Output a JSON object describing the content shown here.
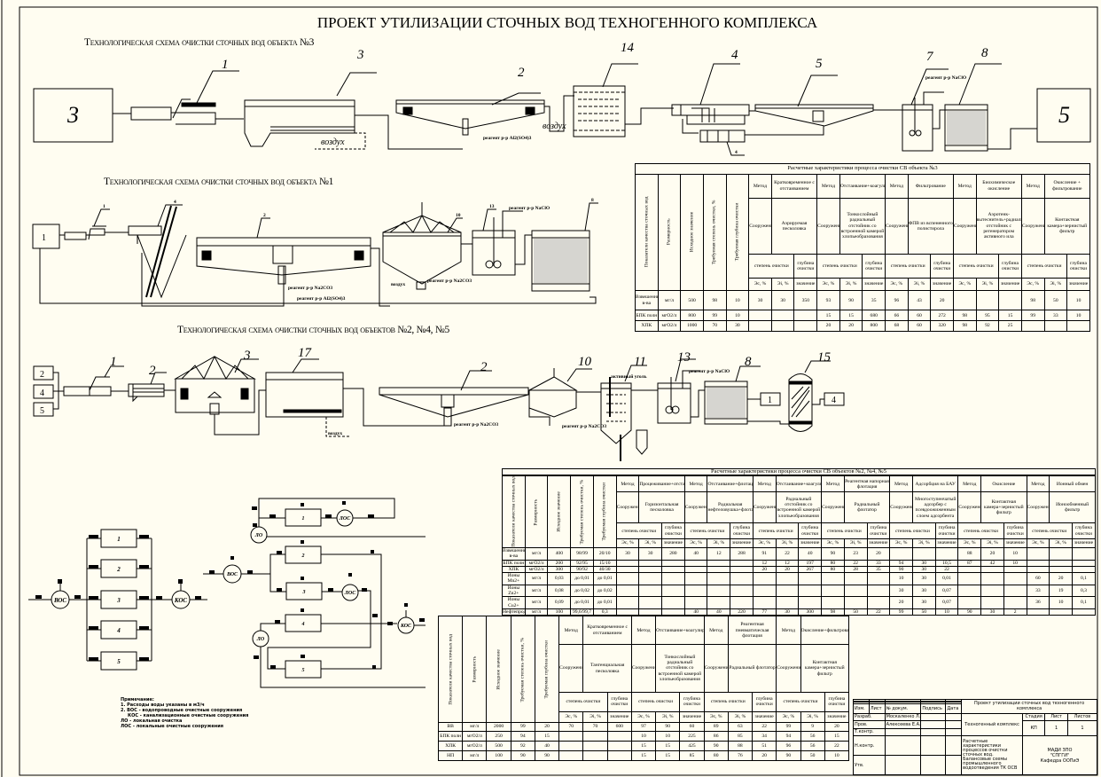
{
  "title": "ПРОЕКТ УТИЛИЗАЦИИ СТОЧНЫХ ВОД ТЕХНОГЕННОГО КОМПЛЕКСА",
  "schemes": {
    "obj3": {
      "title": "Технологическая схема очистки сточных вод объекта №3",
      "source": "3",
      "dest": "5",
      "labels": [
        "1",
        "3",
        "2",
        "14",
        "4",
        "5",
        "7",
        "8",
        "4"
      ],
      "air": "воздух",
      "air2": "воздух",
      "reagent1": "реагент р-р Al2(SO4)3",
      "reagent2": "реагент р-р NaClO"
    },
    "obj1": {
      "title": "Технологическая схема очистки сточных вод объекта №1",
      "source": "1",
      "labels": [
        "1",
        "4",
        "2",
        "10",
        "13",
        "8"
      ],
      "reagent1": "реагент р-р Na2CO3",
      "reagent2": "реагент р-р Al2(SO4)3",
      "reagent3": "реагент р-р NaClO",
      "reagent4": "реагент р-р Na2CO3",
      "air": "воздух"
    },
    "obj245": {
      "title": "Технологическая схема очистки сточных вод объектов №2, №4, №5",
      "sources": [
        "2",
        "4",
        "5"
      ],
      "dests": [
        "1",
        "4"
      ],
      "labels": [
        "1",
        "2",
        "3",
        "17",
        "2",
        "10",
        "11",
        "13",
        "8",
        "15"
      ],
      "air": "воздух",
      "reagent1": "реагент р-р Na2CO3",
      "reagent2": "реагент р-р Na2CO3",
      "reagent3": "реагент р-р NaClO",
      "reagent4": "активный уголь"
    }
  },
  "tables": {
    "obj3": {
      "title": "Расчетные характеристики процесса очистки СВ объекта №3",
      "fixed_headers": [
        "Показатели качества сточных вод",
        "Размерность",
        "Исходное значение",
        "Требуемая степень очистки, %",
        "Требуемая глубина очистки"
      ],
      "groups": [
        {
          "method_label": "Метод",
          "method": "Кратковременное с отстаиванием",
          "facility_label": "Сооружение",
          "facility": "Аэрируемая песколовка",
          "degree_label": "степень очистки",
          "depth_label": "глубина очистки",
          "cols": [
            "Эс, %",
            "Эі, %",
            "значение"
          ]
        },
        {
          "method_label": "Метод",
          "method": "Отстаивание+коагулирование",
          "facility_label": "Сооружение",
          "facility": "Тонкослойный радиальный отстойник со встроенной камерой хлопьеобразования",
          "degree_label": "степень очистки",
          "depth_label": "глубина очистки",
          "cols": [
            "Эс, %",
            "Эі, %",
            "значение"
          ]
        },
        {
          "method_label": "Метод",
          "method": "Фильтрование",
          "facility_label": "Сооружение",
          "facility": "ФПВ из вспененного полистирола",
          "degree_label": "степень очистки",
          "depth_label": "глубина очистки",
          "cols": [
            "Эс, %",
            "Эі, %",
            "значение"
          ]
        },
        {
          "method_label": "Метод",
          "method": "Биохимическое окисление",
          "facility_label": "Сооружение",
          "facility": "Аэротенк-вытеснитель+радиальный отстойник с регенератором активного ила",
          "degree_label": "степень очистки",
          "depth_label": "глубина очистки",
          "cols": [
            "Эс, %",
            "Эі, %",
            "значение"
          ]
        },
        {
          "method_label": "Метод",
          "method": "Окисление + фильтрование",
          "facility_label": "Сооружение",
          "facility": "Контактная камера+зернистый фильтр",
          "degree_label": "степень очистки",
          "depth_label": "глубина очистки",
          "cols": [
            "Эс, %",
            "Эі, %",
            "значение"
          ]
        }
      ],
      "rows": [
        [
          "Взвешенные в-ва",
          "мг/л",
          "500",
          "98",
          "10",
          "30",
          "30",
          "350",
          "93",
          "90",
          "35",
          "96",
          "43",
          "20",
          "",
          "",
          "",
          "98",
          "50",
          "10"
        ],
        [
          "БПК полн",
          "мгО2/л",
          "800",
          "99",
          "10",
          "",
          "",
          "",
          "15",
          "15",
          "680",
          "66",
          "60",
          "272",
          "98",
          "95",
          "15",
          "99",
          "33",
          "10"
        ],
        [
          "ХПК",
          "мгО2/л",
          "1000",
          "70",
          "30",
          "",
          "",
          "",
          "20",
          "20",
          "800",
          "68",
          "60",
          "320",
          "98",
          "92",
          "25",
          "",
          "",
          ""
        ]
      ]
    },
    "obj245": {
      "title": "Расчетные характеристики процесса очистки СВ объектов №2, №4, №5",
      "fixed_headers": [
        "Показатели качества сточных вод",
        "Размерность",
        "Исходное значение",
        "Требуемая степень очистки, %",
        "Требуемая глубина очистки"
      ],
      "groups": [
        {
          "method_label": "Метод",
          "method": "Процеживание+отстаивание",
          "facility_label": "Сооружение",
          "facility": "Горизонтальная песколовка",
          "degree_label": "степень очистки",
          "depth_label": "глубина очистки",
          "cols": [
            "Эс, %",
            "Эі, %",
            "значение"
          ]
        },
        {
          "method_label": "Метод",
          "method": "Отстаивание+флотация",
          "facility_label": "Сооружение",
          "facility": "Радиальная нефтеловушка+флотатор",
          "degree_label": "степень очистки",
          "depth_label": "глубина очистки",
          "cols": [
            "Эс, %",
            "Эі, %",
            "значение"
          ]
        },
        {
          "method_label": "Метод",
          "method": "Отстаивание+коагуляция",
          "facility_label": "Сооружение",
          "facility": "Радиальный отстойник со встроенной камерой хлопьеобразования",
          "degree_label": "степень очистки",
          "depth_label": "глубина очистки",
          "cols": [
            "Эс, %",
            "Эі, %",
            "значение"
          ]
        },
        {
          "method_label": "Метод",
          "method": "Реагентная напорная флотация",
          "facility_label": "Сооружение",
          "facility": "Радиальный флотатор",
          "degree_label": "степень очистки",
          "depth_label": "глубина очистки",
          "cols": [
            "Эс, %",
            "Эі, %",
            "значение"
          ]
        },
        {
          "method_label": "Метод",
          "method": "Адсорбция на БАУ",
          "facility_label": "Сооружение",
          "facility": "Многоступенчатый адсорбер с псевдоожиженным слоем адсорбента",
          "degree_label": "степень очистки",
          "depth_label": "глубина очистки",
          "cols": [
            "Эс, %",
            "Эі, %",
            "значение"
          ]
        },
        {
          "method_label": "Метод",
          "method": "Окисление",
          "facility_label": "Сооружение",
          "facility": "Контактная камера+зернистый фильтр",
          "degree_label": "степень очистки",
          "depth_label": "глубина очистки",
          "cols": [
            "Эс, %",
            "Эі, %",
            "значение"
          ]
        },
        {
          "method_label": "Метод",
          "method": "Ионный обмен",
          "facility_label": "Сооружение",
          "facility": "Ионообменный фильтр",
          "degree_label": "степень очистки",
          "depth_label": "глубина очистки",
          "cols": [
            "Эс, %",
            "Эі, %",
            "значение"
          ]
        }
      ],
      "rows": [
        [
          "Взвешенные в-ва",
          "мг/л",
          "400",
          "98/99",
          "20/10",
          "30",
          "30",
          "280",
          "40",
          "12",
          "288",
          "91",
          "22",
          "40",
          "90",
          "23",
          "20",
          "",
          "",
          "",
          "88",
          "20",
          "10",
          "",
          "",
          ""
        ],
        [
          "БПК полн",
          "мгО2/л",
          "200",
          "92/95",
          "15/10",
          "",
          "",
          "",
          "",
          "",
          "",
          "12",
          "12",
          "197",
          "80",
          "22",
          "33",
          "94",
          "30",
          "10,5",
          "87",
          "42",
          "10",
          "",
          "",
          ""
        ],
        [
          "ХПК",
          "мгО2/л",
          "300",
          "90/92",
          "40/30",
          "",
          "",
          "",
          "",
          "",
          "",
          "20",
          "20",
          "267",
          "80",
          "28",
          "35",
          "90",
          "30",
          "22",
          "",
          "",
          "",
          "",
          "",
          ""
        ],
        [
          "Ионы Mn2+",
          "мг/л",
          "0,03",
          "до 0,01",
          "до 0,01",
          "",
          "",
          "",
          "",
          "",
          "",
          "",
          "",
          "",
          "",
          "",
          "",
          "10",
          "30",
          "0,01",
          "",
          "",
          "",
          "60",
          "20",
          "0,1"
        ],
        [
          "Ионы Zn2+",
          "мг/л",
          "0,08",
          "до 0,02",
          "до 0,02",
          "",
          "",
          "",
          "",
          "",
          "",
          "",
          "",
          "",
          "",
          "",
          "",
          "30",
          "30",
          "0,07",
          "",
          "",
          "",
          "33",
          "19",
          "0,3"
        ],
        [
          "Ионы Cu2+",
          "мг/л",
          "0,09",
          "до 0,01",
          "до 0,01",
          "",
          "",
          "",
          "",
          "",
          "",
          "",
          "",
          "",
          "",
          "",
          "",
          "20",
          "30",
          "0,07",
          "",
          "",
          "",
          "36",
          "10",
          "0,1"
        ],
        [
          "Нефтепродукты",
          "мг/л",
          "100",
          "99,6/99,7",
          "0,3",
          "",
          "",
          "",
          "40",
          "40",
          "220",
          "77",
          "30",
          "300",
          "98",
          "50",
          "22",
          "99",
          "50",
          "10",
          "90",
          "30",
          "2",
          "",
          "",
          ""
        ]
      ]
    },
    "obj1": {
      "title": "",
      "fixed_headers": [
        "Показатели качества сточных вод",
        "Размерность",
        "Исходное значение",
        "Требуемая степень очистки, %",
        "Требуемая глубина очистки"
      ],
      "groups": [
        {
          "method_label": "Метод",
          "method": "Кратковременное с отстаиванием",
          "facility_label": "Сооружение",
          "facility": "Тангенциальная песколовка",
          "degree_label": "степень очистки",
          "depth_label": "глубина очистки",
          "cols": [
            "Эс, %",
            "Эі, %",
            "значение"
          ]
        },
        {
          "method_label": "Метод",
          "method": "Отстаивание+коагулирование+флокулирование",
          "facility_label": "Сооружение",
          "facility": "Тонкослойный радиальный отстойник со встроенной камерой хлопьеобразования",
          "degree_label": "степень очистки",
          "depth_label": "глубина очистки",
          "cols": [
            "Эс, %",
            "Эі, %",
            "значение"
          ]
        },
        {
          "method_label": "Метод",
          "method": "Реагентная пневматическая флотация",
          "facility_label": "Сооружение",
          "facility": "Радиальный флотатор",
          "degree_label": "степень очистки",
          "depth_label": "глубина очистки",
          "cols": [
            "Эс, %",
            "Эі, %",
            "значение"
          ]
        },
        {
          "method_label": "Метод",
          "method": "Окисление+фильтрование",
          "facility_label": "Сооружение",
          "facility": "Контактная камера+зернистый фильтр",
          "degree_label": "степень очистки",
          "depth_label": "глубина очистки",
          "cols": [
            "Эс, %",
            "Эі, %",
            "значение"
          ]
        }
      ],
      "rows": [
        [
          "ВВ",
          "мг/л",
          "2000",
          "99",
          "20",
          "70",
          "70",
          "600",
          "97",
          "90",
          "60",
          "89",
          "63",
          "22",
          "99",
          "9",
          "20"
        ],
        [
          "БПК полн",
          "мгО2/л",
          "250",
          "94",
          "15",
          "",
          "",
          "",
          "10",
          "10",
          "225",
          "86",
          "85",
          "34",
          "94",
          "56",
          "15"
        ],
        [
          "ХПК",
          "мгО2/л",
          "500",
          "92",
          "40",
          "",
          "",
          "",
          "15",
          "15",
          "425",
          "90",
          "88",
          "51",
          "96",
          "56",
          "22"
        ],
        [
          "НП",
          "мг/л",
          "100",
          "90",
          "90",
          "",
          "",
          "",
          "15",
          "15",
          "85",
          "80",
          "76",
          "20",
          "90",
          "50",
          "10"
        ]
      ]
    }
  },
  "balance": {
    "left": {
      "in_node": "ВОС",
      "out_node": "КОС",
      "blocks": [
        "1",
        "2",
        "3",
        "4",
        "5"
      ]
    },
    "right": {
      "blocks": [
        "1",
        "2",
        "3",
        "4",
        "5"
      ],
      "nodes": [
        "ЛО",
        "ЛОС",
        "ВОС",
        "ЛОС",
        "ЛО",
        "КОС"
      ]
    }
  },
  "notes": {
    "heading": "Примечание:",
    "lines": [
      "1. Расходы воды указаны в м3/ч",
      "2. ВОС - водопроводные очистные сооружения",
      "КОС - канализационные очистные сооружения",
      "ЛО - локальная очистка",
      "ЛОС - локальные очистные сооружения"
    ]
  },
  "title_block": {
    "project": "Проект утилизации сточных вод техногенного комплекса",
    "headers": [
      "Изм.",
      "Лист",
      "№ докум.",
      "Подпись",
      "Дата"
    ],
    "roles": [
      "Разраб.",
      "Пров.",
      "Т.контр.",
      "Н.контр.",
      "Утв."
    ],
    "names": [
      "Москаленко Л.В.",
      "Алексеева Е.А."
    ],
    "object": "Техногенный комплекс",
    "stage_label": "Стадия",
    "sheet_label": "Лист",
    "sheets_label": "Листов",
    "stage": "КП",
    "sheet": "1",
    "sheets": "1",
    "sheet_title": "Расчетные характеристики процессов очистки сточных вод. Балансовые схемы промышленного водоотведения ТК ОСВ",
    "org": [
      "МАДИ ЗПО",
      "\"СПГГИ\"",
      "Кафедра ООПиЭ"
    ]
  }
}
